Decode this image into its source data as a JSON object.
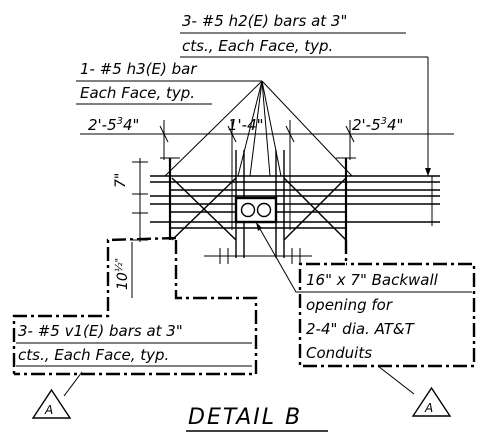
{
  "notes": {
    "h2_line1": "3- #5 h2(E) bars at 3\"",
    "h2_line2": "cts., Each Face, typ.",
    "h3_line1": "1- #5 h3(E) bar",
    "h3_line2": "Each Face, typ.",
    "v1_line1": "3- #5 v1(E) bars at 3\"",
    "v1_line2": "cts., Each Face, typ.",
    "backwall_line1": "16\" x 7\" Backwall",
    "backwall_line2": "opening for",
    "backwall_line3": "2-4\" dia. AT&T",
    "backwall_line4": "Conduits"
  },
  "dimensions": {
    "left": "2'-5",
    "left_sup": "3",
    "left_tail": "4\"",
    "center": "1'-4\"",
    "right": "2'-5",
    "right_sup": "3",
    "right_tail": "4\"",
    "height_7": "7\"",
    "height_10": "10",
    "height_10_frac": "½\""
  },
  "section_markers": {
    "left": "A",
    "right": "A"
  },
  "title": "DETAIL B"
}
